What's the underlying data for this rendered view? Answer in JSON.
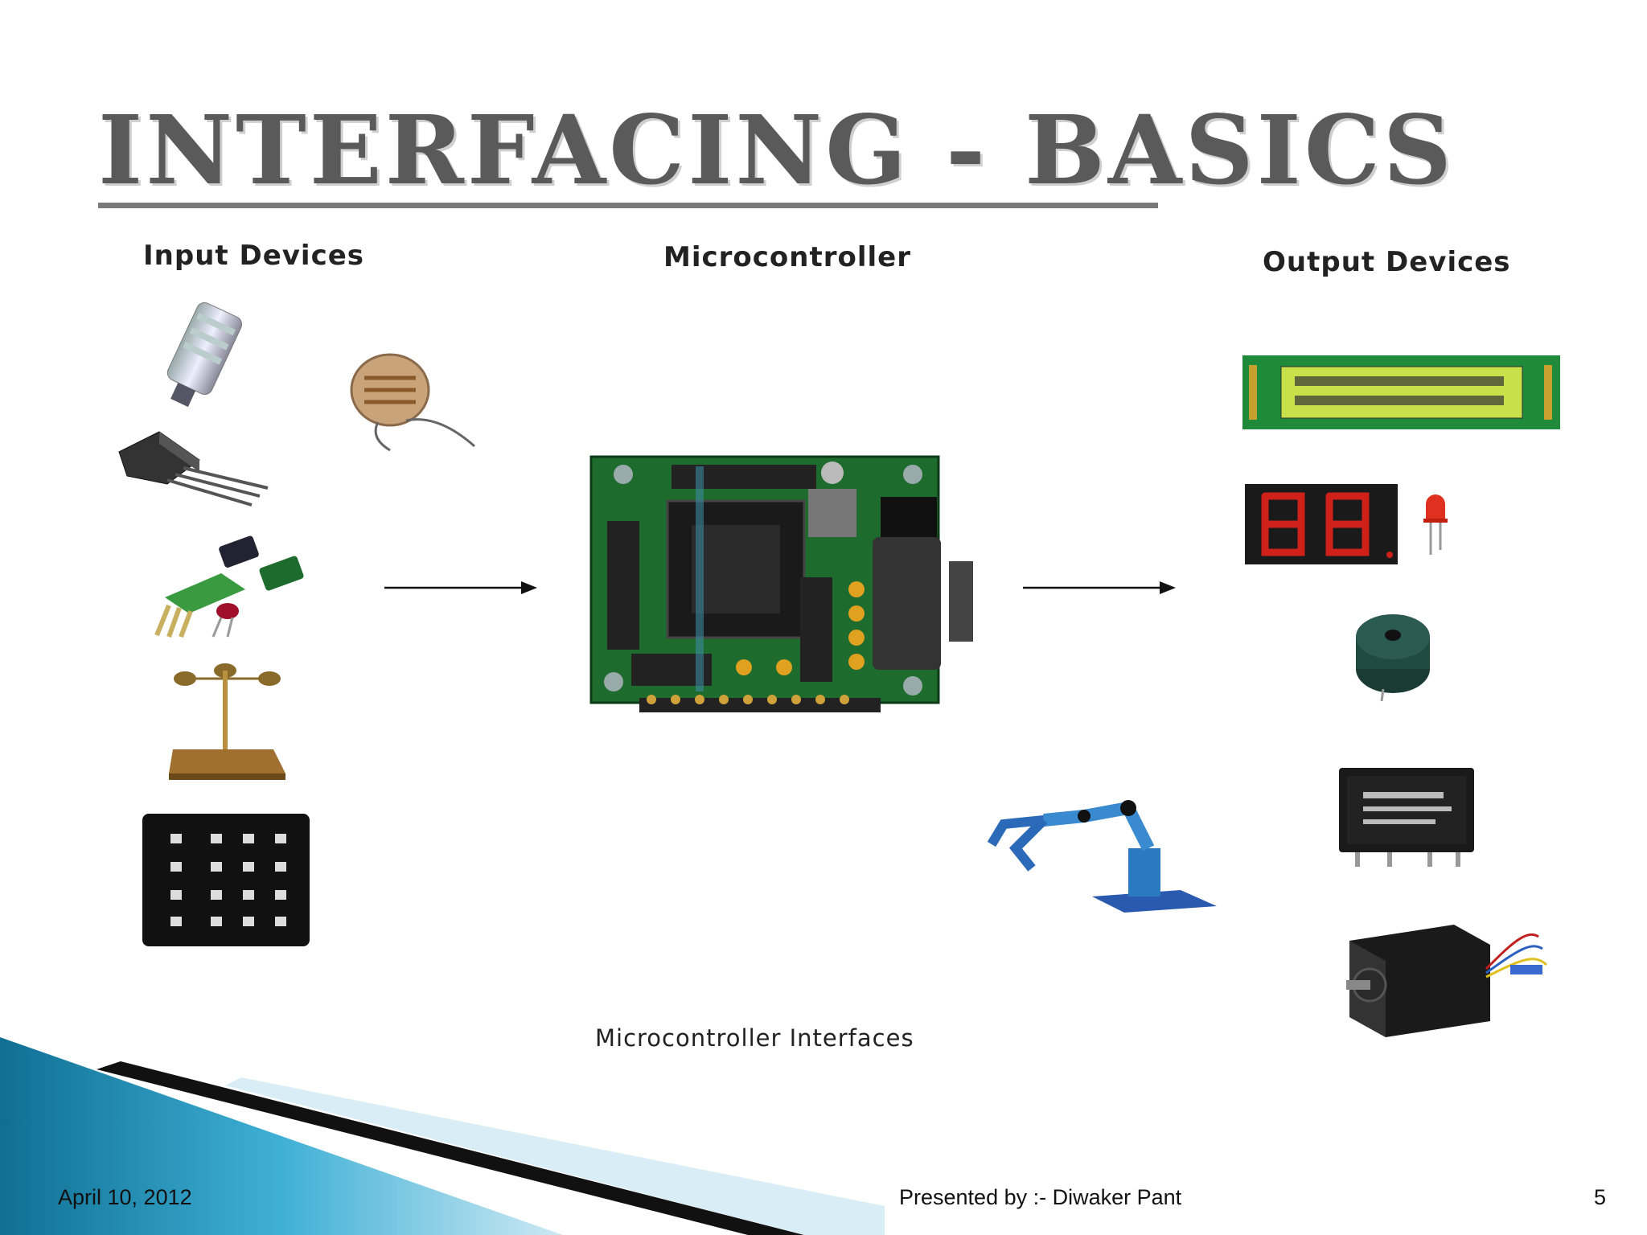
{
  "slide": {
    "title": "INTERFACING - BASICS",
    "sections": {
      "input": "Input Devices",
      "micro": "Microcontroller",
      "output": "Output Devices"
    },
    "caption": "Microcontroller Interfaces",
    "footer": {
      "date": "April 10, 2012",
      "presenter": "Presented by :- Diwaker Pant",
      "page": "5"
    }
  },
  "icons": {
    "input_devices": [
      "pressure-sensor-icon",
      "ldr-sensor-icon",
      "temperature-sensor-icon",
      "humidity-sensor-icon",
      "anemometer-icon",
      "keypad-icon"
    ],
    "microcontroller": "microcontroller-board-icon",
    "output_devices": [
      "lcd-display-icon",
      "seven-segment-display-icon",
      "led-icon",
      "buzzer-icon",
      "robotic-arm-icon",
      "relay-icon",
      "stepper-motor-icon"
    ]
  },
  "colors": {
    "title": "#5a5a5a",
    "pcb": "#1e6b2e",
    "lcd": "#c8e04a",
    "seven_segment": "#d0201a",
    "banner": "#1b8fb3"
  }
}
